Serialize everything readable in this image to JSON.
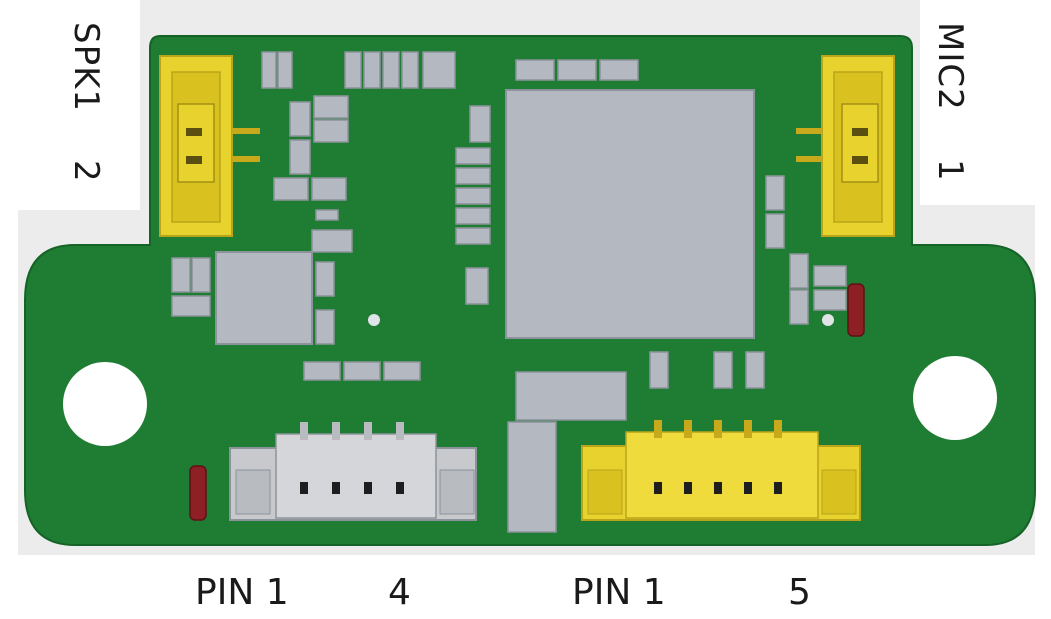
{
  "labels": {
    "speaker_connector": {
      "name": "SPK1",
      "pin": "2"
    },
    "mic_connector": {
      "name": "MIC2",
      "pin": "1"
    },
    "header_4pin": {
      "start": "PIN 1",
      "end": "4"
    },
    "header_5pin": {
      "start": "PIN 1",
      "end": "5"
    }
  },
  "colors": {
    "pcb": "#1e7d33",
    "pcb_edge": "#156326",
    "component": "#b3b8c1",
    "component_edge": "#8d939c",
    "connector_yellow": "#e8d22e",
    "connector_yellow_edge": "#b9a41a",
    "connector_gray": "#c7c9cc",
    "led_red": "#8e1f24",
    "background_panel": "#ececec"
  }
}
